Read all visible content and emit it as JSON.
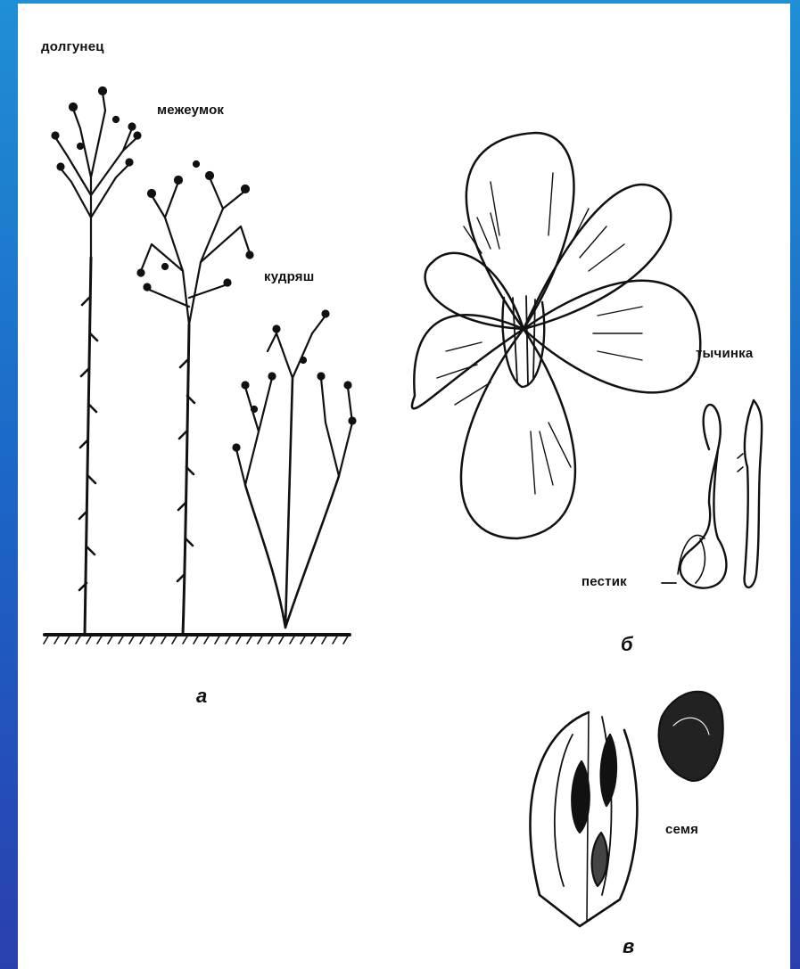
{
  "diagram": {
    "labels": {
      "dolgunets": "долгунец",
      "mezheumok": "межеумок",
      "kudryash": "кудряш",
      "tychinka": "тычинка",
      "pestik": "пестик",
      "semya": "семя"
    },
    "panel_letters": {
      "a": "а",
      "b": "б",
      "v": "в"
    }
  },
  "colors": {
    "background_top": "#1f8fd6",
    "background_bottom": "#2a3fae",
    "panel": "#ffffff",
    "ink": "#111111"
  }
}
